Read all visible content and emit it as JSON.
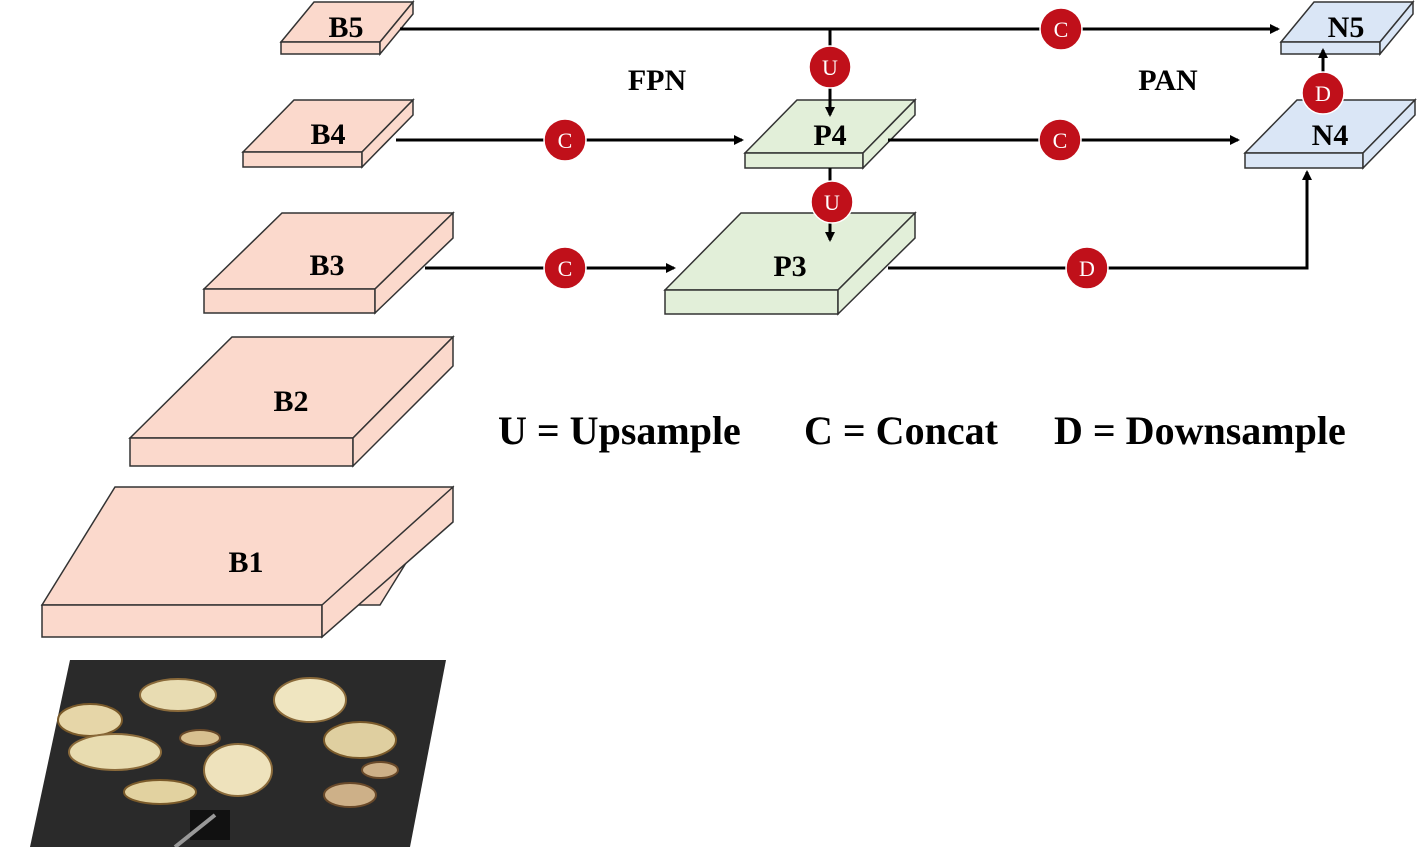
{
  "colors": {
    "backbone_fill": "#fbd9cc",
    "fpn_fill": "#e2efd9",
    "pan_fill": "#dae6f6",
    "op_circle": "#c0101a",
    "line": "#000000"
  },
  "sections": {
    "fpn": "FPN",
    "pan": "PAN"
  },
  "boxes": {
    "b1": "B1",
    "b2": "B2",
    "b3": "B3",
    "b4": "B4",
    "b5": "B5",
    "p3": "P3",
    "p4": "P4",
    "n4": "N4",
    "n5": "N5"
  },
  "ops": {
    "upsample": "U",
    "concat": "C",
    "downsample": "D"
  },
  "legend": {
    "upsample": "U = Upsample",
    "concat": "C = Concat",
    "downsample": "D = Downsample"
  },
  "input_image": {
    "icon": "mushroom-slices-photo"
  }
}
